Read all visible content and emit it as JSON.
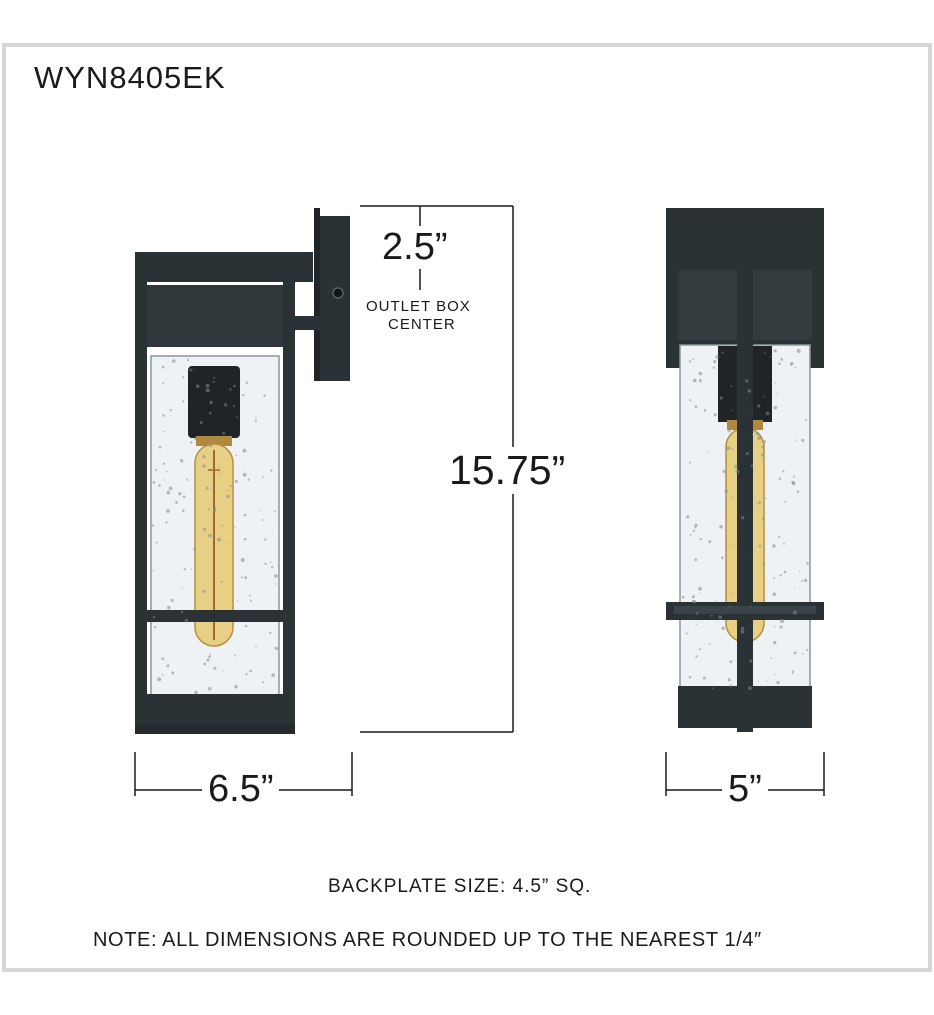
{
  "title": "WYN8405EK",
  "dimensions": {
    "bracket_height": "2.5”",
    "outlet_box_line1": "OUTLET BOX",
    "outlet_box_line2": "CENTER",
    "overall_height": "15.75”",
    "side_width": "6.5”",
    "front_width": "5”"
  },
  "notes": {
    "backplate": "BACKPLATE SIZE: 4.5” SQ.",
    "rounding": "NOTE:  ALL DIMENSIONS ARE ROUNDED UP TO THE NEAREST  1/4″"
  },
  "colors": {
    "frame_border": "#d6d6d6",
    "fixture_metal": "#2b3236",
    "glass": "#eef2f4",
    "bulb_glass": "#e8cf86",
    "filament": "#a0682a"
  }
}
